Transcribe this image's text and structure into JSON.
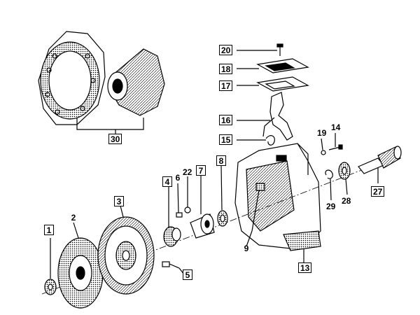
{
  "callouts": [
    {
      "id": "1",
      "label": "1",
      "boxed": true
    },
    {
      "id": "2",
      "label": "2",
      "boxed": false
    },
    {
      "id": "3",
      "label": "3",
      "boxed": true
    },
    {
      "id": "4",
      "label": "4",
      "boxed": true
    },
    {
      "id": "5",
      "label": "5",
      "boxed": true
    },
    {
      "id": "6",
      "label": "6",
      "boxed": false
    },
    {
      "id": "7",
      "label": "7",
      "boxed": true
    },
    {
      "id": "8",
      "label": "8",
      "boxed": true
    },
    {
      "id": "9",
      "label": "9",
      "boxed": false
    },
    {
      "id": "13",
      "label": "13",
      "boxed": true
    },
    {
      "id": "14",
      "label": "14",
      "boxed": false
    },
    {
      "id": "15",
      "label": "15",
      "boxed": true
    },
    {
      "id": "16",
      "label": "16",
      "boxed": true
    },
    {
      "id": "17",
      "label": "17",
      "boxed": true
    },
    {
      "id": "18",
      "label": "18",
      "boxed": true
    },
    {
      "id": "19",
      "label": "19",
      "boxed": false
    },
    {
      "id": "20",
      "label": "20",
      "boxed": true
    },
    {
      "id": "22",
      "label": "22",
      "boxed": false
    },
    {
      "id": "27",
      "label": "27",
      "boxed": true
    },
    {
      "id": "28",
      "label": "28",
      "boxed": false
    },
    {
      "id": "29",
      "label": "29",
      "boxed": false
    },
    {
      "id": "30",
      "label": "30",
      "boxed": true
    }
  ],
  "colors": {
    "ink": "#000000",
    "paper": "#ffffff",
    "shade": "#bfbfbf"
  }
}
